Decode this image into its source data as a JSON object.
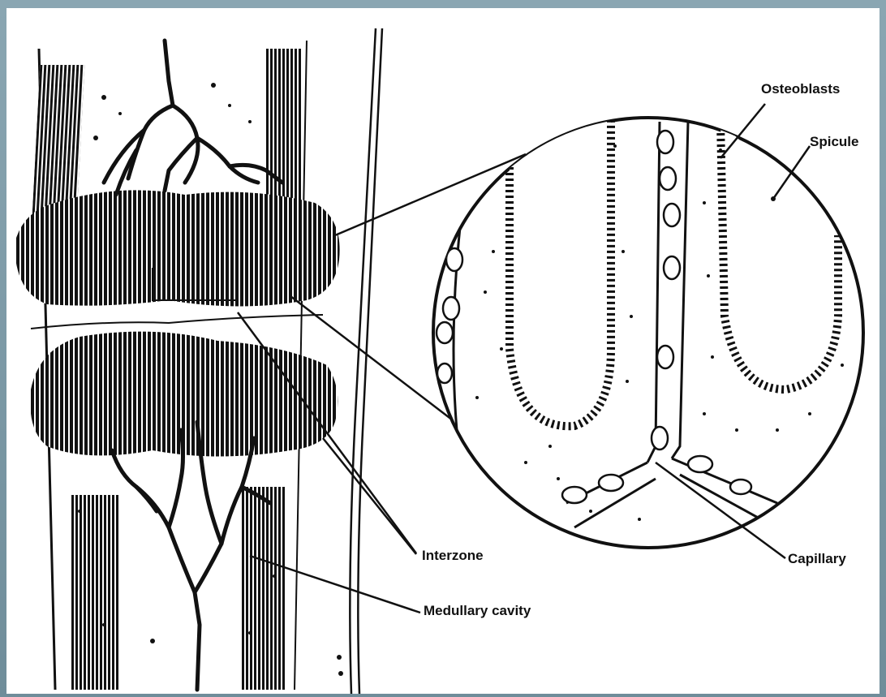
{
  "labels": {
    "osteoblasts": "Osteoblasts",
    "spicule": "Spicule",
    "interzone": "Interzone",
    "capillary": "Capillary",
    "medullary": "Medullary cavity"
  },
  "colors": {
    "ink": "#111111",
    "paper": "#ffffff",
    "frame": "#7f9aa6"
  }
}
